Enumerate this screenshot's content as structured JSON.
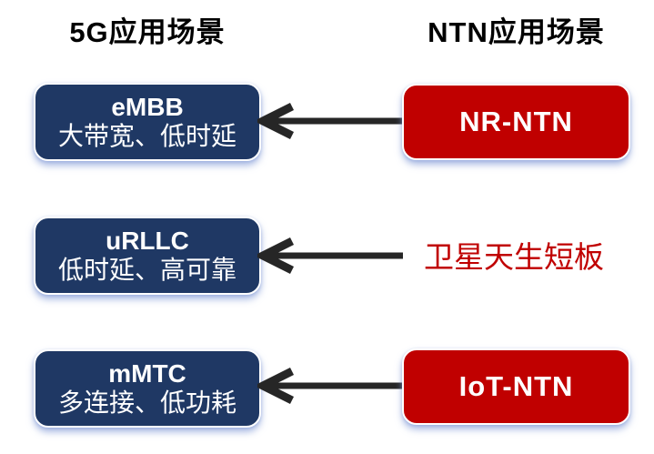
{
  "headers": {
    "left": "5G应用场景",
    "right": "NTN应用场景"
  },
  "rows": [
    {
      "left": {
        "title": "eMBB",
        "subtitle": "大带宽、低时延"
      },
      "connector": "left-arrow",
      "right": {
        "style": "red-box",
        "label": "NR-NTN"
      }
    },
    {
      "left": {
        "title": "uRLLC",
        "subtitle": "低时延、高可靠"
      },
      "connector": "left-arrow",
      "right": {
        "style": "red-text",
        "label": "卫星天生短板"
      }
    },
    {
      "left": {
        "title": "mMTC",
        "subtitle": "多连接、低功耗"
      },
      "connector": "left-arrow",
      "right": {
        "style": "red-box",
        "label": "IoT-NTN"
      }
    }
  ],
  "colors": {
    "blue_box": "#1F3864",
    "red_box": "#C00000",
    "red_text": "#C00000",
    "arrow": "#262626",
    "header_text": "#000000",
    "box_text": "#FFFFFF",
    "background": "#FFFFFF"
  }
}
